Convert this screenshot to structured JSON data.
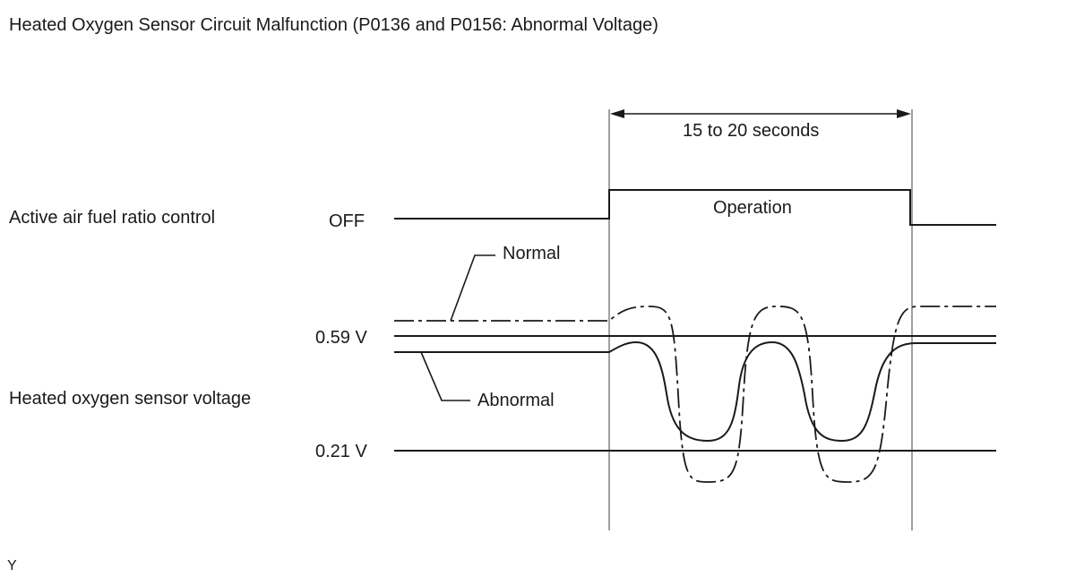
{
  "title": "Heated Oxygen Sensor Circuit Malfunction (P0136 and P0156: Abnormal Voltage)",
  "signals": {
    "active_afr": {
      "label": "Active air fuel ratio control",
      "state_off": "OFF",
      "state_on": "Operation"
    },
    "sensor_voltage": {
      "label": "Heated oxygen sensor voltage",
      "upper_threshold": "0.59 V",
      "lower_threshold": "0.21 V"
    }
  },
  "timing": {
    "duration": "15 to 20 seconds"
  },
  "legend": {
    "normal": "Normal",
    "abnormal": "Abnormal"
  },
  "footer_code": "Y",
  "colors": {
    "line": "#1a1a1a",
    "guide": "#888888",
    "background": "#ffffff"
  }
}
